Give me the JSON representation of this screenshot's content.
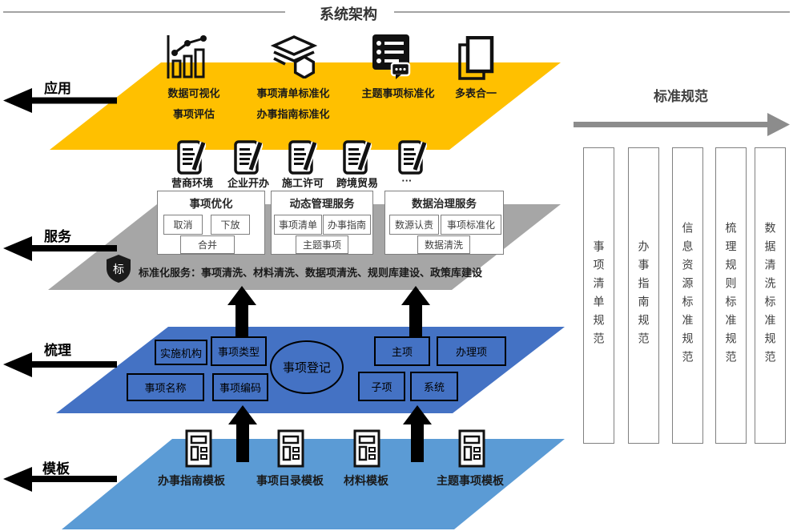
{
  "title": "系统架构",
  "colors": {
    "app": "#FFC000",
    "service": "#A6A6A6",
    "sorting": "#4472C4",
    "template": "#5B9BD5",
    "arrow_gray": "#8C8C8C"
  },
  "side_labels": {
    "app": "应用",
    "service": "服务",
    "sorting": "梳理",
    "template": "模板"
  },
  "app_layer": {
    "features": [
      {
        "icon": "bar-chart-icon",
        "line1": "数据可视化",
        "line2": "事项评估"
      },
      {
        "icon": "layers-icon",
        "line1": "事项清单标准化",
        "line2": "办事指南标准化"
      },
      {
        "icon": "list-chat-icon",
        "line1": "主题事项标准化",
        "line2": ""
      },
      {
        "icon": "multi-table-icon",
        "line1": "多表合一",
        "line2": ""
      }
    ]
  },
  "scenarios": {
    "items": [
      "营商环境",
      "企业开办",
      "施工许可",
      "跨境贸易",
      "···"
    ]
  },
  "service_layer": {
    "groups": [
      {
        "title": "事项优化",
        "items": [
          "取消",
          "下放",
          "合并"
        ]
      },
      {
        "title": "动态管理服务",
        "items": [
          "事项清单",
          "办事指南",
          "主题事项"
        ]
      },
      {
        "title": "数据治理服务",
        "items": [
          "数源认责",
          "事项标准化",
          "数据清洗"
        ]
      }
    ],
    "badge": "标",
    "note": "标准化服务：事项清洗、材料清洗、数据项清洗、规则库建设、政策库建设"
  },
  "sorting_layer": {
    "center": "事项登记",
    "boxes": [
      "实施机构",
      "事项类型",
      "事项名称",
      "事项编码",
      "主项",
      "办理项",
      "子项",
      "系统"
    ]
  },
  "template_layer": {
    "items": [
      "办事指南模板",
      "事项目录模板",
      "材料模板",
      "主题事项模板"
    ]
  },
  "standards": {
    "title": "标准规范",
    "bars": [
      "事项清单规范",
      "办事指南规范",
      "信息资源标准规范",
      "梳理规则标准规范",
      "数据清洗标准规范"
    ]
  }
}
